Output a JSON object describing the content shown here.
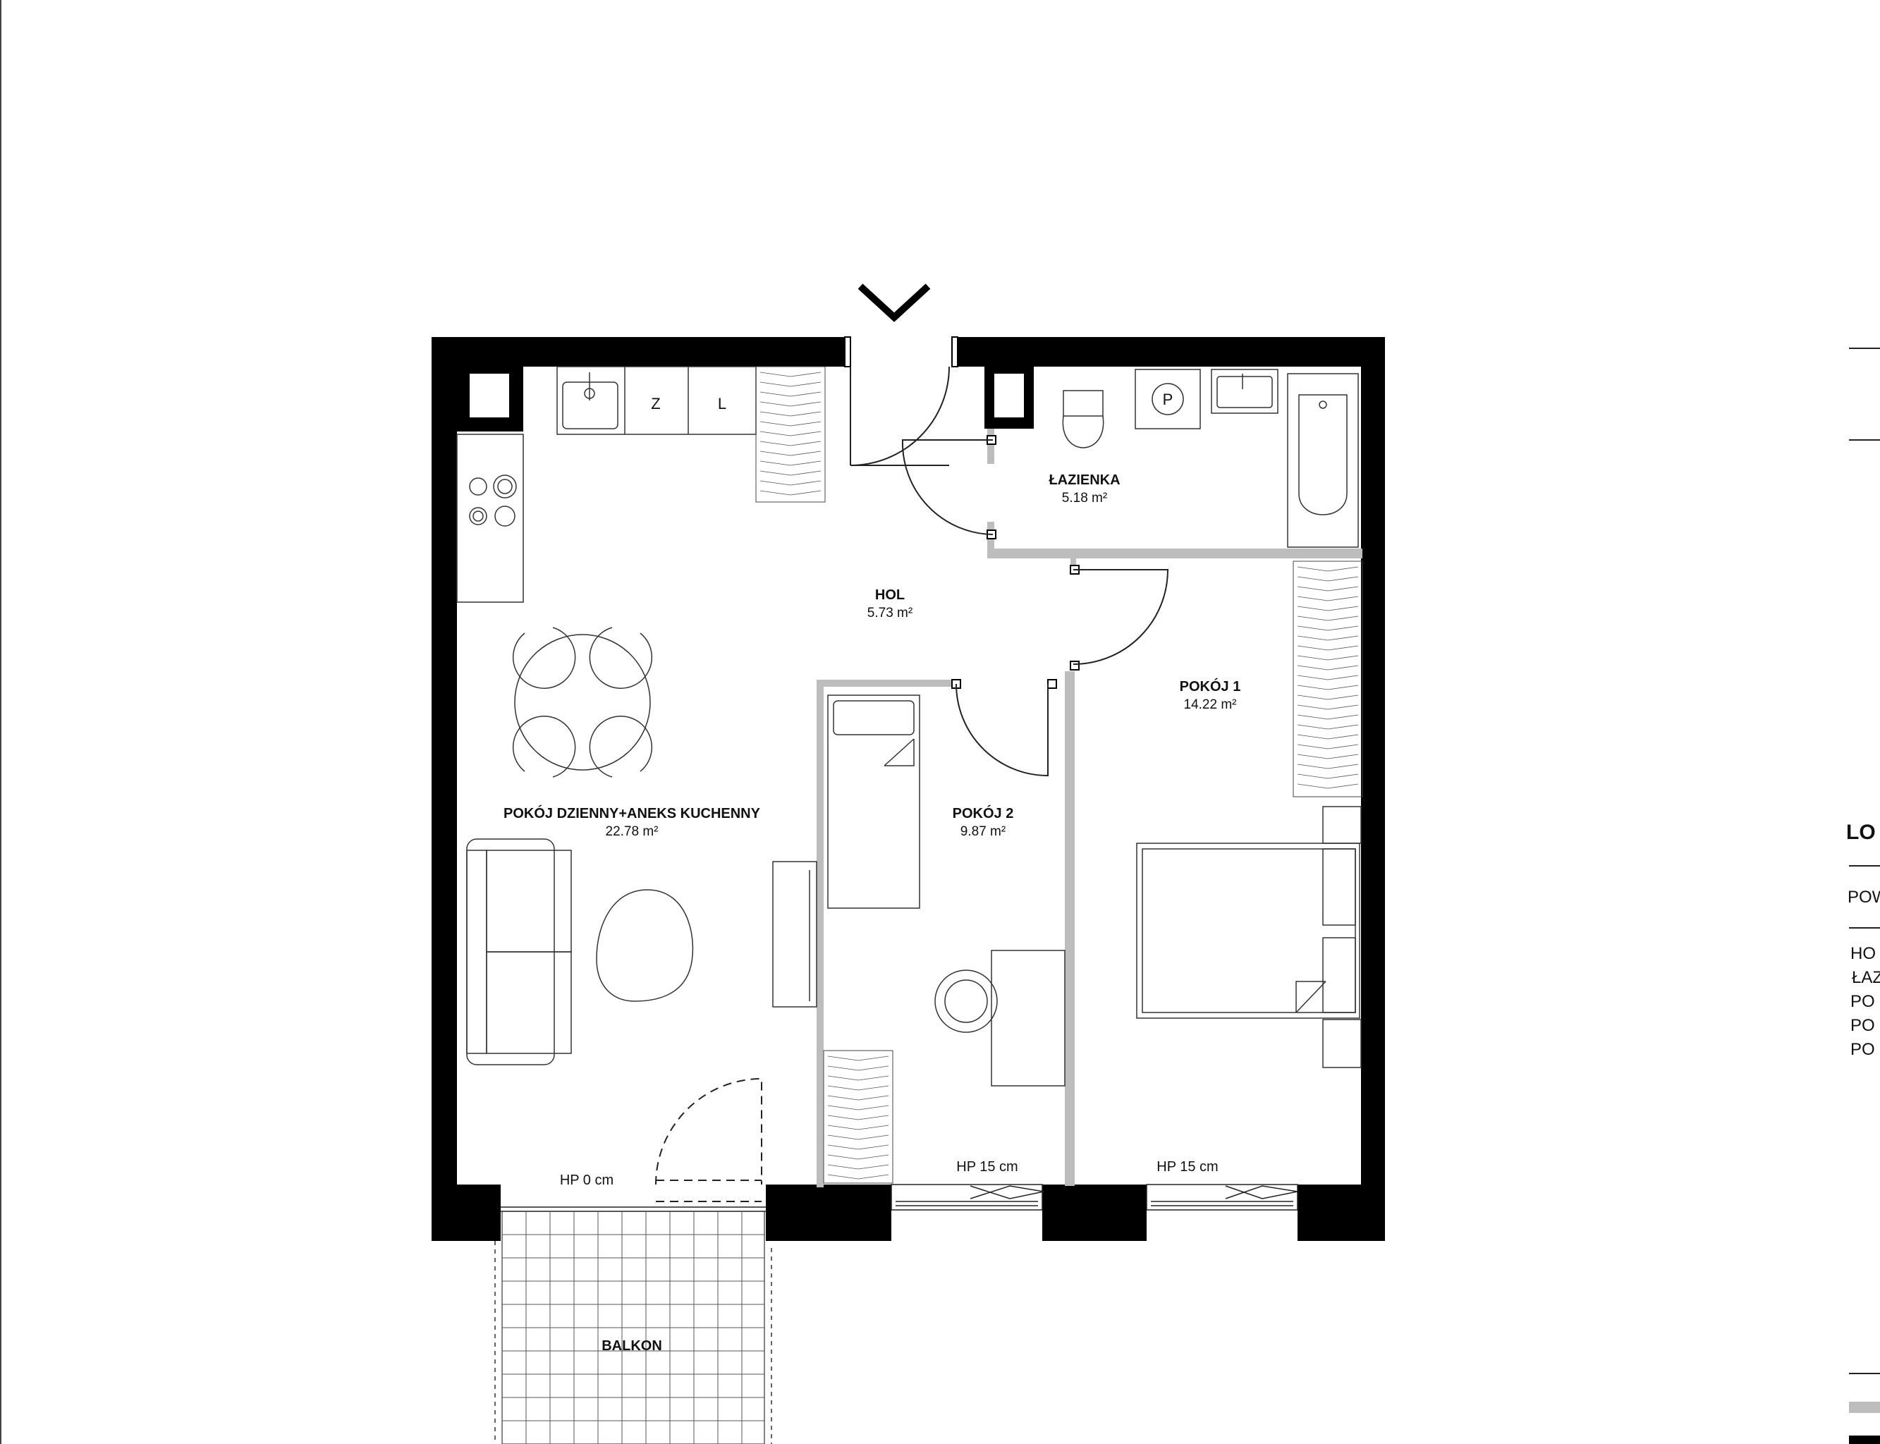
{
  "rooms": {
    "lazienka": {
      "name": "ŁAZIENKA",
      "area": "5.18 m²"
    },
    "hol": {
      "name": "HOL",
      "area": "5.73 m²"
    },
    "pokoj1": {
      "name": "POKÓJ 1",
      "area": "14.22 m²"
    },
    "pokoj2": {
      "name": "POKÓJ 2",
      "area": "9.87 m²"
    },
    "dzienny": {
      "name": "POKÓJ DZIENNY+ANEKS KUCHENNY",
      "area": "22.78 m²"
    },
    "balkon": {
      "name": "BALKON"
    }
  },
  "windows": {
    "hp_balcony": "HP 0 cm",
    "hp_pokoj2": "HP 15 cm",
    "hp_pokoj1": "HP 15 cm"
  },
  "fixtures": {
    "fridge_z": "Z",
    "fridge_l": "L",
    "washer": "P"
  },
  "legend": {
    "title": "LO",
    "subtitle": "POW",
    "items": [
      "HO",
      "ŁAZ",
      "PO",
      "PO",
      "PO"
    ]
  },
  "colors": {
    "wall": "#000000",
    "partition": "#bdbdbd",
    "line": "#333333"
  }
}
